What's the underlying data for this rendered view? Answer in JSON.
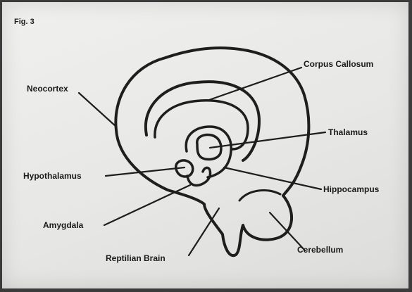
{
  "figure": {
    "label": "Fig. 3"
  },
  "labels": {
    "neocortex": "Neocortex",
    "corpus_callosum": "Corpus Callosum",
    "thalamus": "Thalamus",
    "hypothalamus": "Hypothalamus",
    "hippocampus": "Hippocampus",
    "amygdala": "Amygdala",
    "reptilian_brain": "Reptilian Brain",
    "cerebellum": "Cerebellum"
  }
}
